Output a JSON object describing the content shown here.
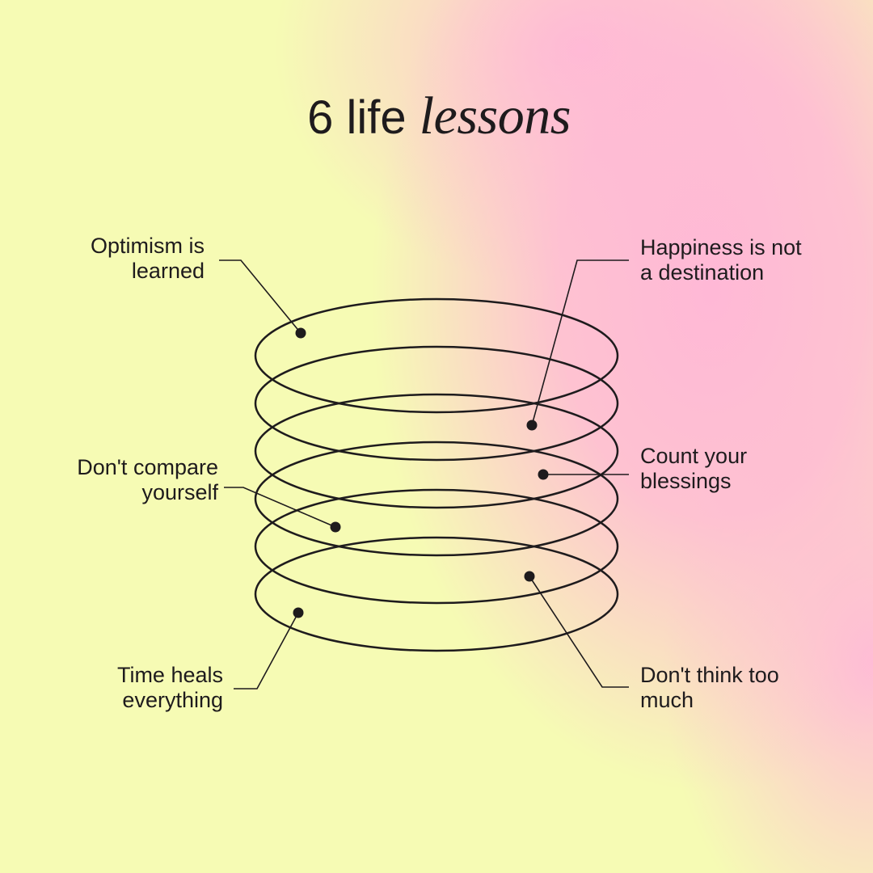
{
  "title": {
    "plain": "6 life ",
    "italic": "lessons"
  },
  "colors": {
    "background_yellow": "#f6fbb4",
    "background_pink": "#ffb8d6",
    "ink": "#1e1b1d"
  },
  "lessons": [
    {
      "line1": "Optimism is",
      "line2": "learned"
    },
    {
      "line1": "Happiness is not",
      "line2": "a destination"
    },
    {
      "line1": "Don't compare",
      "line2": "yourself"
    },
    {
      "line1": "Count your",
      "line2": "blessings"
    },
    {
      "line1": "Time heals",
      "line2": "everything"
    },
    {
      "line1": "Don't think too",
      "line2": "much"
    }
  ]
}
